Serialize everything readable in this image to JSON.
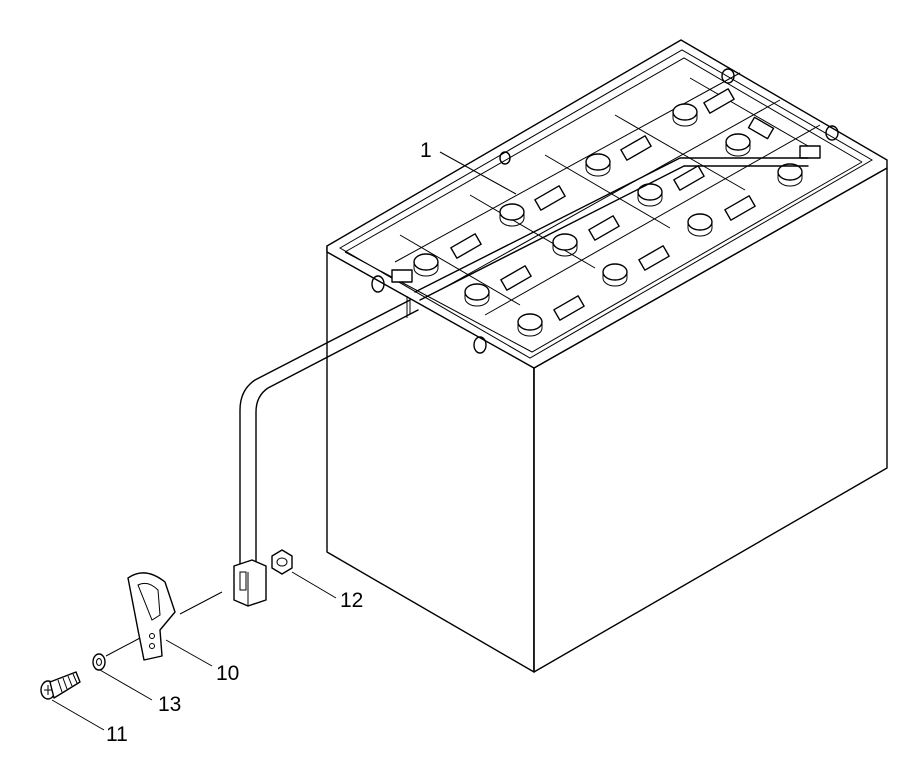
{
  "diagram": {
    "parts": [
      {
        "id": "battery-tray",
        "label": "1"
      },
      {
        "id": "nut",
        "label": "12"
      },
      {
        "id": "handle",
        "label": "10"
      },
      {
        "id": "washer",
        "label": "13"
      },
      {
        "id": "screw",
        "label": "11"
      }
    ]
  },
  "colors": {
    "ink": "#000000",
    "paper": "#ffffff"
  }
}
